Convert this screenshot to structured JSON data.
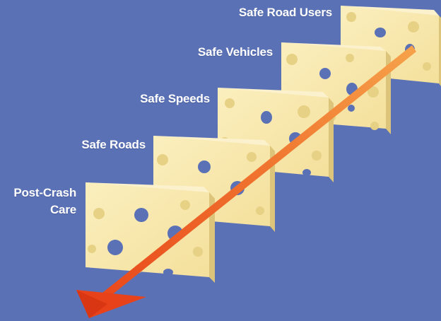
{
  "scene": {
    "labels": {
      "safe_road_users": "Safe Road Users",
      "safe_vehicles": "Safe Vehicles",
      "safe_speeds": "Safe Speeds",
      "safe_roads": "Safe Roads",
      "post_crash_line1": "Post-Crash",
      "post_crash_line2": "Care"
    },
    "colors": {
      "background": "#5a71b6",
      "cheese_face": "#f7e6a6",
      "cheese_side": "#e1cb7c",
      "cheese_top": "#fbf0c5",
      "hole": "#5a71b6",
      "arrow": "#ee6a2c"
    }
  }
}
